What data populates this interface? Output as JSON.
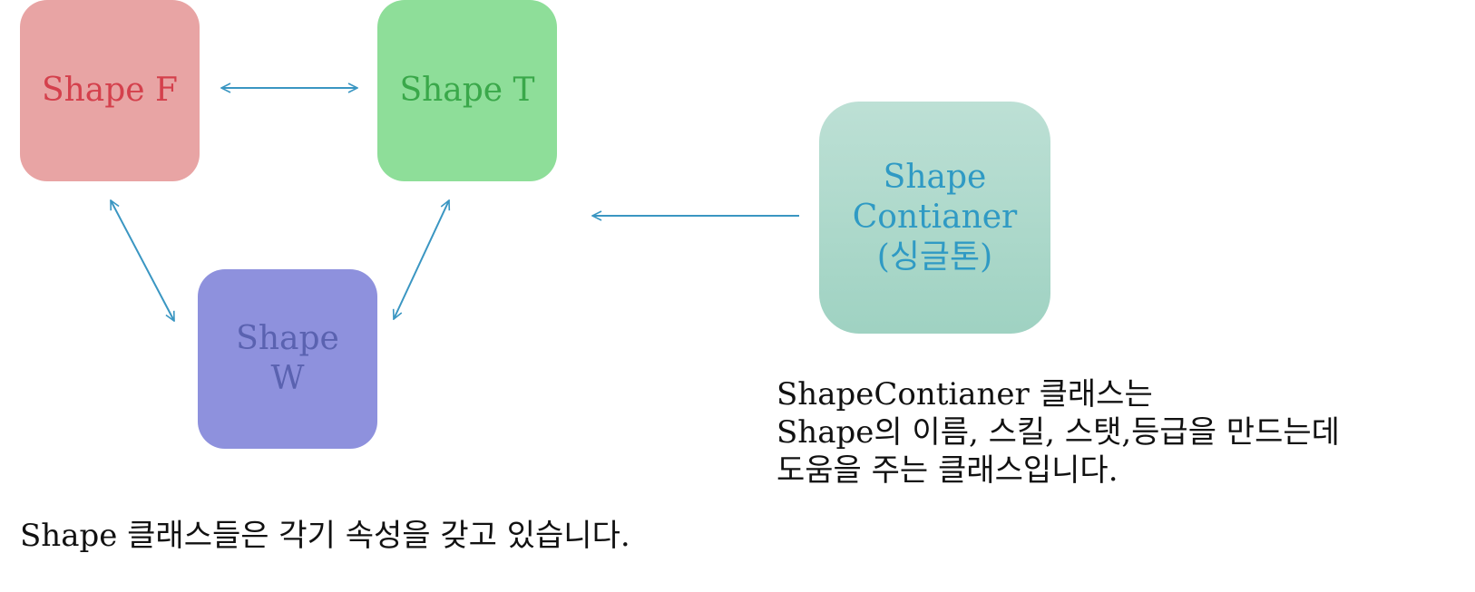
{
  "boxes": {
    "shape_f": {
      "label": "Shape F"
    },
    "shape_t": {
      "label": "Shape T"
    },
    "shape_w": {
      "line1": "Shape",
      "line2": "W"
    },
    "container": {
      "line1": "Shape",
      "line2": "Contianer",
      "line3": "(싱글톤)"
    }
  },
  "descriptions": {
    "container": [
      "ShapeContianer 클래스는",
      "Shape의 이름, 스킬, 스탯,등급을 만드는데",
      "도움을 주는 클래스입니다."
    ],
    "shapes": "Shape 클래스들은 각기 속성을 갖고 있습니다."
  },
  "colors": {
    "arrow": "#3a96c2",
    "shape_f_fill": "#e8a4a4",
    "shape_t_fill": "#8ede99",
    "shape_w_fill": "#8e91dd",
    "container_fill": "#b0dacc"
  }
}
